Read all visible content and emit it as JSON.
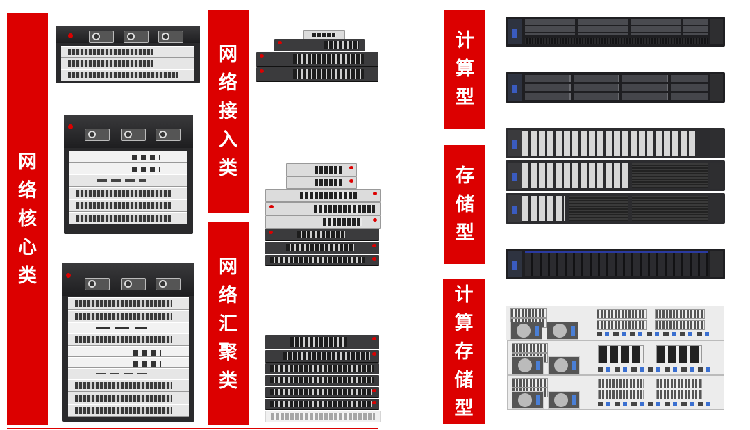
{
  "categories": {
    "network_core": {
      "label": "网络核心类",
      "chars": [
        "网",
        "络",
        "核",
        "心",
        "类"
      ]
    },
    "network_access": {
      "label": "网络接入类",
      "chars": [
        "网",
        "络",
        "接",
        "入",
        "类"
      ]
    },
    "network_aggregation": {
      "label": "网络汇聚类",
      "chars": [
        "网",
        "络",
        "汇",
        "聚",
        "类"
      ]
    },
    "compute": {
      "label": "计算型",
      "chars": [
        "计",
        "算",
        "型"
      ]
    },
    "storage": {
      "label": "存储型",
      "chars": [
        "存",
        "储",
        "型"
      ]
    },
    "compute_storage": {
      "label": "计算存储型",
      "chars": [
        "计",
        "算",
        "存",
        "储",
        "型"
      ]
    }
  },
  "images": {
    "core": [
      "core-switch-chassis-small",
      "core-switch-chassis-medium",
      "core-switch-chassis-large"
    ],
    "access": [
      "access-switch-stack-small",
      "access-switch-stack-large"
    ],
    "aggregation": [
      "aggregation-switch-stack"
    ],
    "compute": [
      "1u-server-8-bay",
      "1u-server-12-bay"
    ],
    "storage": [
      "2u-storage-server-stack"
    ],
    "compute_storage": [
      "2u-server-24-bay",
      "server-rear-panel-stack"
    ]
  },
  "colors": {
    "accent": "#dc0000",
    "label_text": "#ffffff",
    "background": "#ffffff"
  }
}
